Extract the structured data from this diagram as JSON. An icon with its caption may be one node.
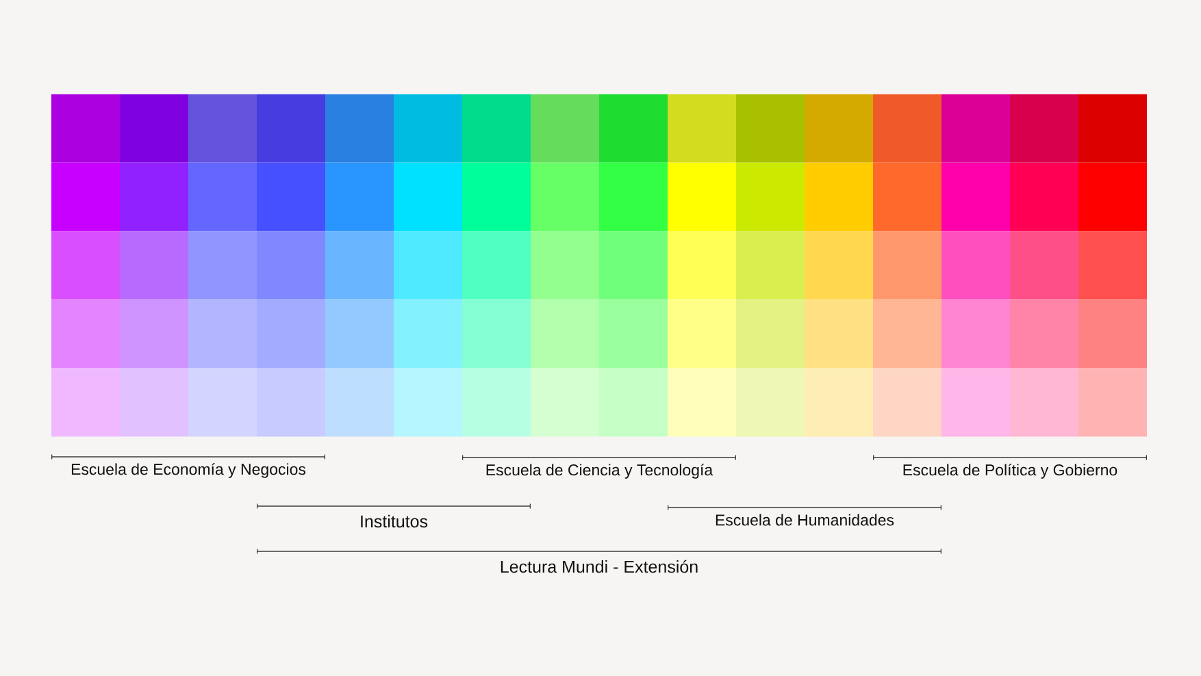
{
  "diagram": {
    "labels": [
      "Escuela de Economía y Negocios",
      "Escuela de Ciencia y Tecnología",
      "Escuela de Política y Gobierno",
      "Institutos",
      "Escuela de Humanidades",
      "Lectura Mundi - Extensión"
    ]
  }
}
